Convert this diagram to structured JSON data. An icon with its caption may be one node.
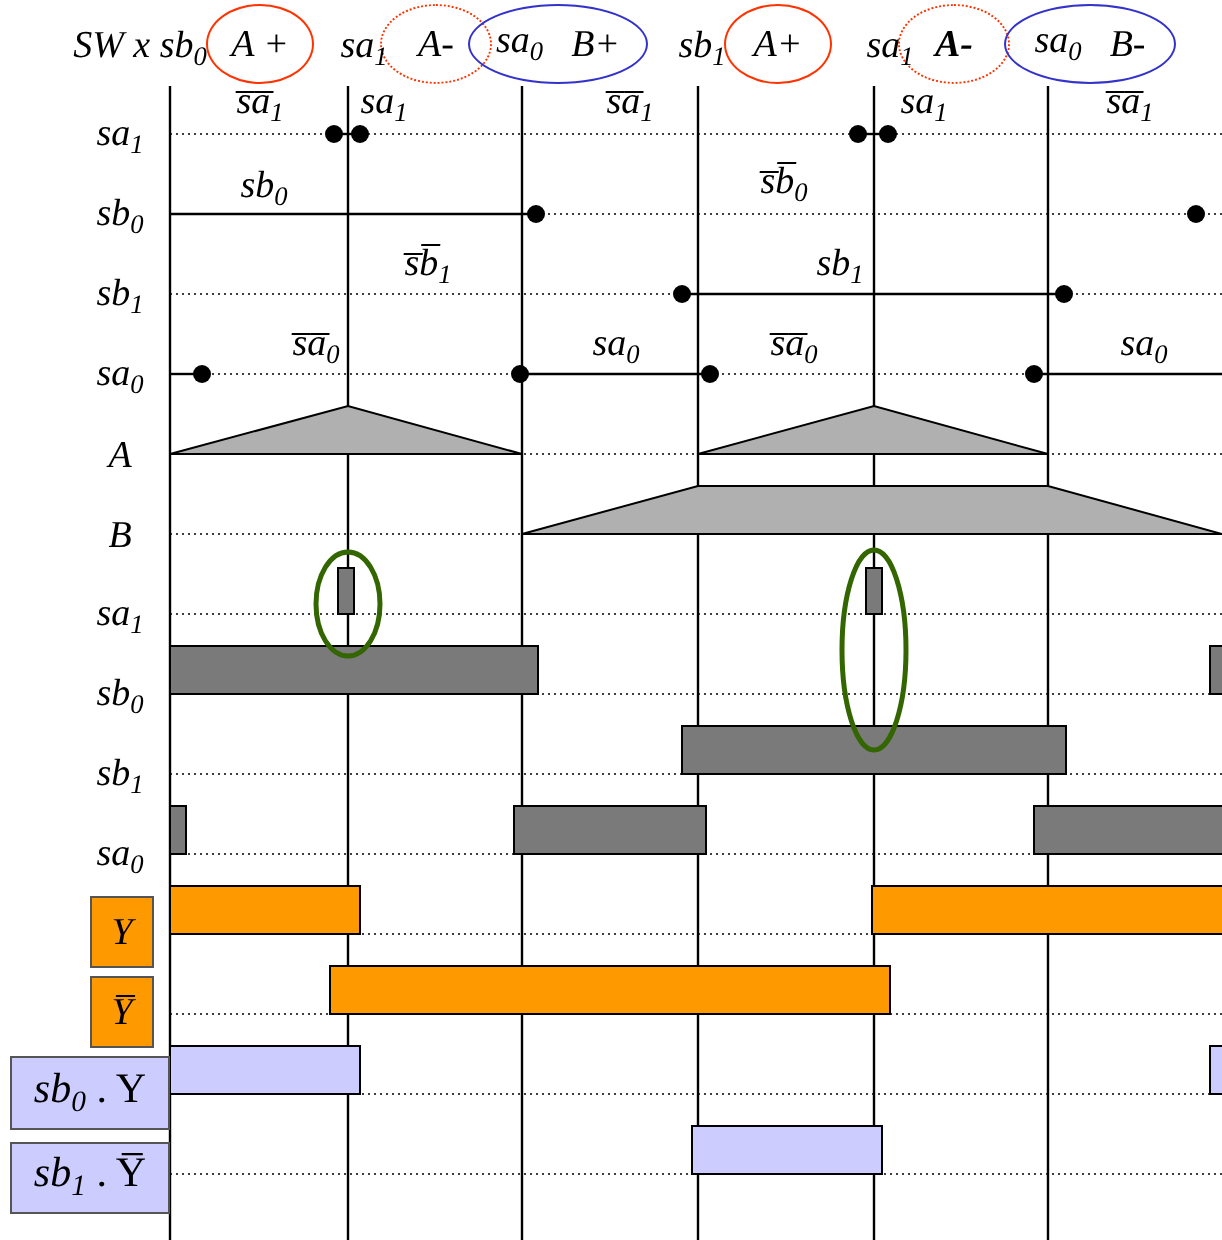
{
  "diagram": {
    "nodes": [
      {
        "text": [
          "A +"
        ]
      },
      {
        "text": [
          "A-"
        ]
      },
      {
        "text": [
          "sa$_{0}$",
          "B+"
        ]
      },
      {
        "text": [
          "A+"
        ]
      },
      {
        "text": [
          "A-"
        ]
      },
      {
        "text": [
          "sa$_{0}$",
          "B-"
        ]
      },
      {
        "text": [
          "Y"
        ]
      },
      {
        "text": [
          "Y̅"
        ]
      },
      {
        "text": [
          "*sb*$_{0}$ . Y"
        ]
      },
      {
        "text": [
          "*sb*$_{1}$ . Y̅"
        ]
      }
    ],
    "labels": [
      "SW x sb$_{0}$",
      "sa$_{1}$",
      "sb$_{1}$",
      "sa$_{1}$",
      "s̅a̅$_{1}$",
      "sa$_{1}$",
      "s̅a̅$_{1}$",
      "sa$_{1}$",
      "s̅a̅$_{1}$",
      "sa$_{1}$",
      "sb$_{0}$",
      "s̅b̅$_{0}$",
      "sb$_{0}$",
      "s̅b̅$_{1}$",
      "sb$_{1}$",
      "sb$_{1}$",
      "s̅a̅$_{0}$",
      "sa$_{0}$",
      "s̅a̅$_{0}$",
      "sa$_{0}$",
      "sa$_{0}$",
      "A",
      "B",
      "sa$_{1}$",
      "sb$_{0}$",
      "sb$_{1}$",
      "sa$_{0}$"
    ]
  }
}
